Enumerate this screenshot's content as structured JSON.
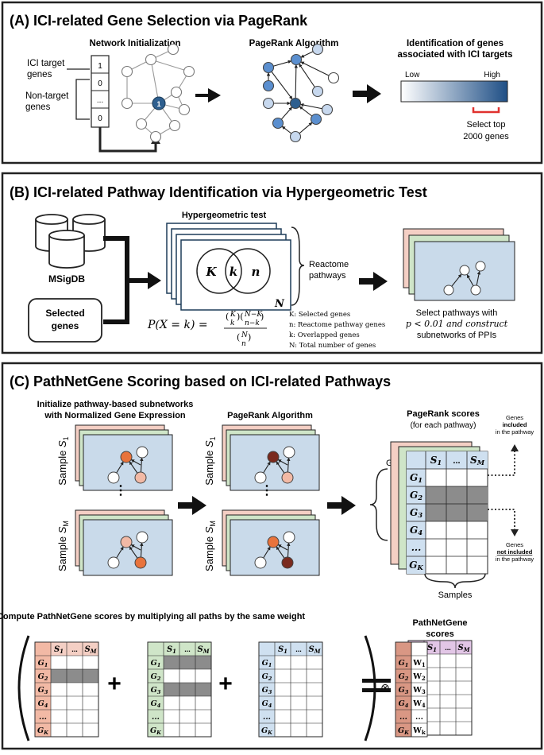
{
  "panelA": {
    "title": "(A) ICI-related Gene Selection via PageRank",
    "net_init_title": "Network Initialization",
    "ici_target_label": "ICI target",
    "genes_word": "genes",
    "non_target_label": "Non-target",
    "vector_values": [
      "1",
      "0",
      "...",
      "0"
    ],
    "seed_node_value": "1",
    "pagerank_title": "PageRank Algorithm",
    "ident_title_line1": "Identification of genes",
    "ident_title_line2": "associated with ICI targets",
    "low_label": "Low",
    "high_label": "High",
    "select_line1": "Select top",
    "select_line2": "2000 genes"
  },
  "panelB": {
    "title": "(B) ICI-related Pathway Identification via Hypergeometric Test",
    "msigdb_label": "MSigDB",
    "selected_label_line1": "Selected",
    "selected_label_line2": "genes",
    "hyper_title": "Hypergeometric test",
    "venn_K": "K",
    "venn_k": "k",
    "venn_n": "n",
    "venn_N": "N",
    "reactome_line1": "Reactome",
    "reactome_line2": "pathways",
    "formula_lhs": "P(X = k) =",
    "legend": [
      "K: Selected genes",
      "n: Reactome pathway genes",
      "k: Overlapped genes",
      "N: Total number of genes"
    ],
    "select_pw_line1": "Select pathways with",
    "select_pw_line2": "p < 0.01 and construct",
    "select_pw_line3": "subnetworks of PPIs"
  },
  "panelC": {
    "title": "(C) PathNetGene Scoring based on ICI-related Pathways",
    "init_line1": "Initialize pathway-based subnetworks",
    "init_line2": "with Normalized Gene Expression",
    "pagerank_title": "PageRank Algorithm",
    "scores_title": "PageRank scores",
    "scores_sub": "(for each pathway)",
    "genes_label": "Genes",
    "samples_label": "Samples",
    "sample_word": "Sample",
    "s1": "S1",
    "sm": "SM",
    "dots_col": "...",
    "included_line1": "Genes",
    "included_line2": "included",
    "included_line3": "in the pathway",
    "notincluded_line1": "Genes",
    "notincluded_line2": "not included",
    "notincluded_line3": "in the pathway",
    "gene_rows": [
      "G1",
      "G2",
      "G3",
      "G4",
      "...",
      "GK"
    ],
    "weights": [
      "W1",
      "W2",
      "W3",
      "W4",
      "...",
      "Wk"
    ],
    "compute_title": "Compute PathNetGene scores by multiplying all paths by the same weight",
    "pathnetgene_line1": "PathNetGene",
    "pathnetgene_line2": "scores"
  },
  "colors": {
    "border": "#222222",
    "node_blue_dark": "#2e5f8f",
    "node_blue_mid": "#5b8fcf",
    "node_blue_light": "#c7d8ee",
    "pathway_bg": "#c9daea",
    "pink": "#f4cfc4",
    "green": "#cfe5c8",
    "blue_card": "#cfe0f0",
    "orange": "#e8733c",
    "dark_red": "#7a2a1e",
    "light_salmon": "#f2b9a5",
    "grey_row": "#8c8c8c",
    "purple": "#e2c6e6",
    "red_bracket": "#e0312e"
  }
}
